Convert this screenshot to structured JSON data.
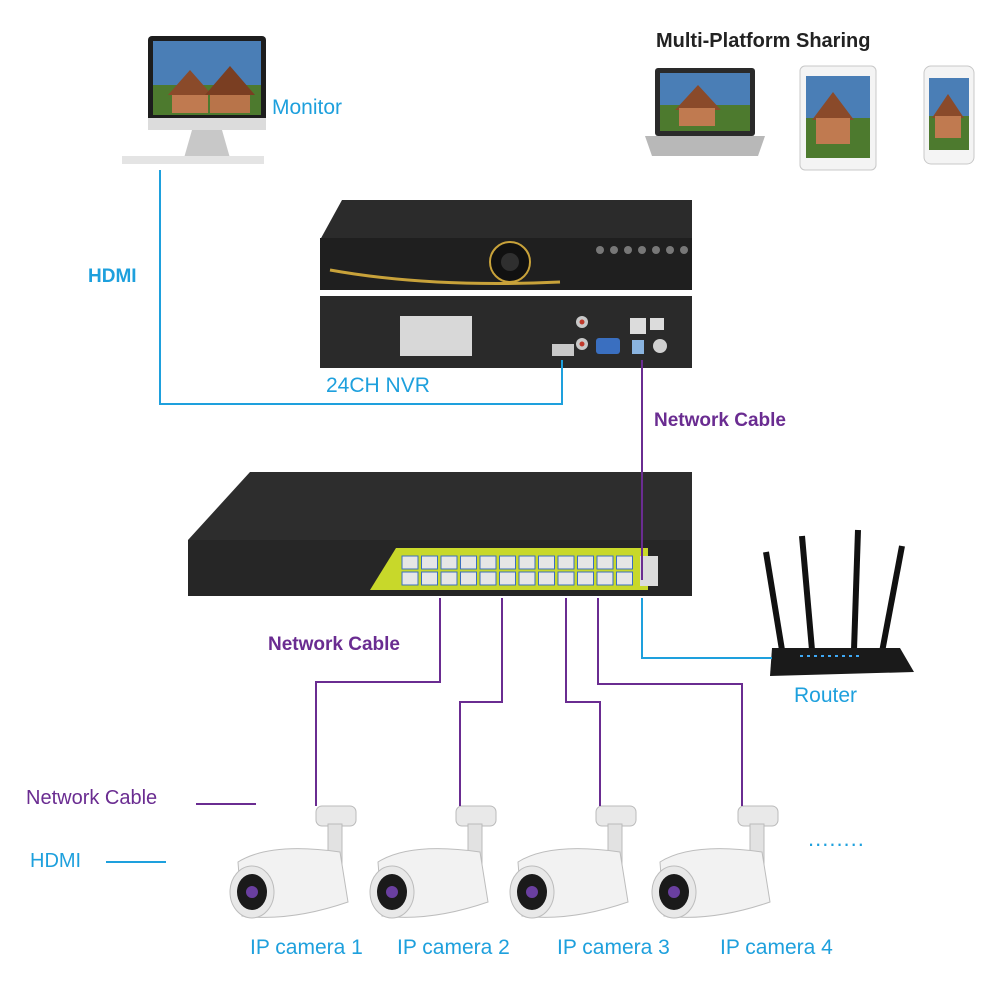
{
  "title": "Multi-Platform Sharing",
  "colors": {
    "hdmi": "#1ea0dd",
    "network": "#6a2c91",
    "accent": "#c8d82a"
  },
  "devices": {
    "monitor": "Monitor",
    "nvr": "24CH NVR",
    "router": "Router"
  },
  "cable_labels": {
    "hdmi": "HDMI",
    "network_top": "Network Cable",
    "network_mid": "Network Cable"
  },
  "legend": {
    "network": "Network Cable",
    "hdmi": "HDMI"
  },
  "cameras": [
    "IP camera 1",
    "IP camera 2",
    "IP camera 3",
    "IP camera 4"
  ],
  "ellipsis": "........"
}
